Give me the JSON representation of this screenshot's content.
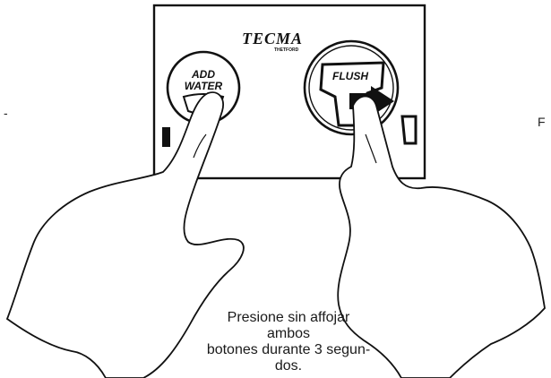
{
  "panel": {
    "brand": "TECMA",
    "brand_sub": "THETFORD",
    "add_water_line1": "ADD",
    "add_water_line2": "WATER",
    "flush_label": "FLUSH"
  },
  "instruction": {
    "line1": "Presione sin affojar ambos",
    "line2": "botones durante 3 segun-",
    "line3": "dos."
  },
  "edge_marks": {
    "left": "-",
    "right": "F"
  },
  "colors": {
    "ink": "#111111",
    "panel_bg": "#ffffff",
    "hand_fill": "#ffffff"
  }
}
